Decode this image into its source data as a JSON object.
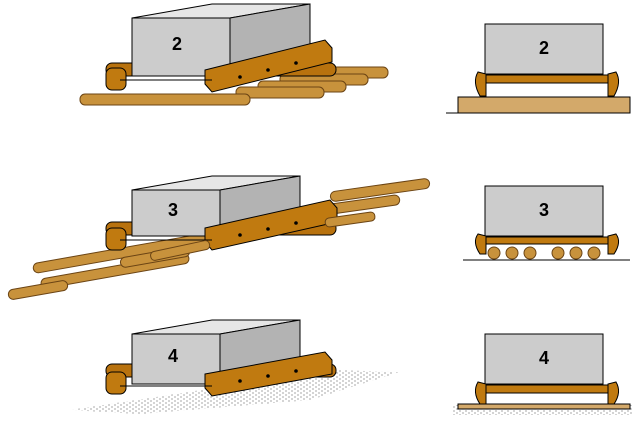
{
  "panels": {
    "top": {
      "perspective_label": "2",
      "side_label": "2"
    },
    "middle": {
      "perspective_label": "3",
      "side_label": "3"
    },
    "bottom": {
      "perspective_label": "4",
      "side_label": "4"
    }
  },
  "colors": {
    "block_front": "#cccccc",
    "block_top": "#e6e6e6",
    "block_side": "#b3b3b3",
    "sledge": "#c07a10",
    "sledge_dark": "#7a4a08",
    "log": "#c8923c",
    "log_dark": "#8a5a1e",
    "ground": "#d3a96a",
    "outline": "#000000"
  }
}
